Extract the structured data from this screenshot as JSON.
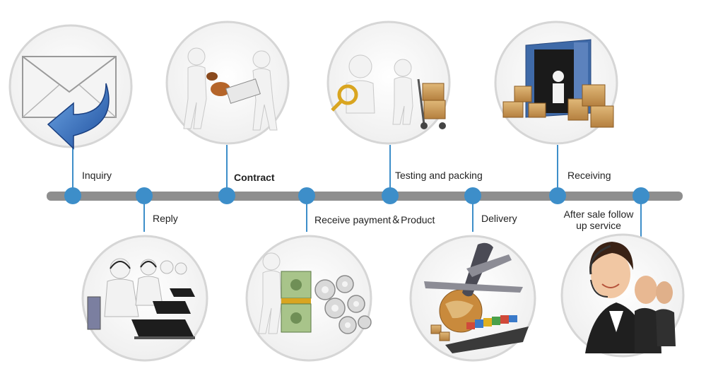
{
  "colors": {
    "timeline_bar": "#8e8e8e",
    "node": "#3d8ec9",
    "connector": "#3d8ec9",
    "circle_border": "#d6d6d6",
    "text": "#222222"
  },
  "steps": [
    {
      "label": "Inquiry",
      "position": "top",
      "icon": "envelope-reply-icon"
    },
    {
      "label": "Reply",
      "position": "bottom",
      "icon": "call-center-laptops-icon"
    },
    {
      "label": "Contract",
      "position": "top",
      "icon": "handshake-contract-icon"
    },
    {
      "label": "Receive payment＆Product",
      "position": "bottom",
      "icon": "money-gears-icon"
    },
    {
      "label": "Testing and packing",
      "position": "top",
      "icon": "inspection-handtruck-icon"
    },
    {
      "label": "Delivery",
      "position": "bottom",
      "icon": "airplane-ship-globe-icon"
    },
    {
      "label": "Receiving",
      "position": "top",
      "icon": "container-boxes-icon"
    },
    {
      "label": "After sale follow up service",
      "position": "bottom",
      "icon": "headset-agents-icon"
    }
  ]
}
